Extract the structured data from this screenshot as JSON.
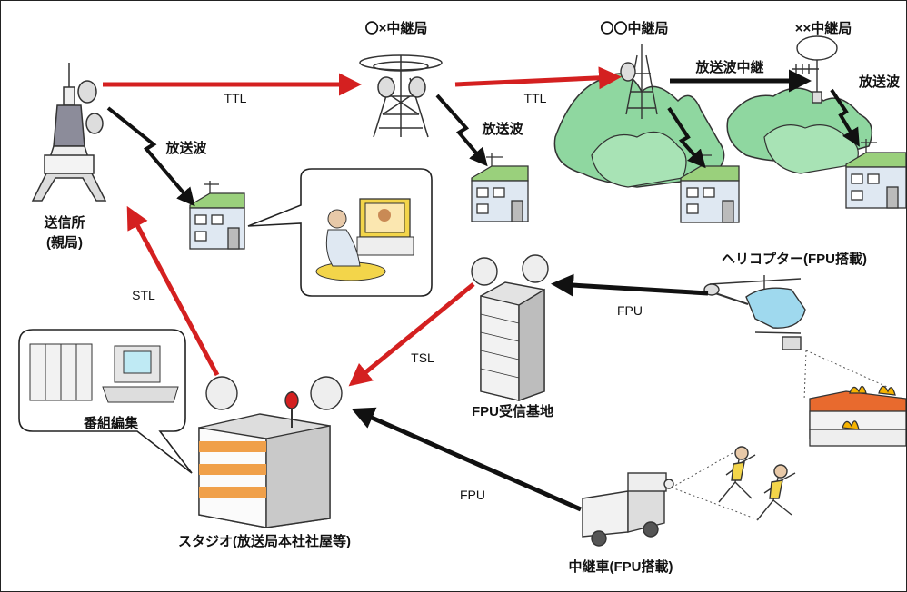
{
  "labels": {
    "transmitter_line1": "送信所",
    "transmitter_line2": "(親局)",
    "relay_ox": "〇×中継局",
    "relay_oo": "〇〇中継局",
    "relay_xx": "××中継局",
    "ttl_1": "TTL",
    "ttl_2": "TTL",
    "broadcast_wave_1": "放送波",
    "broadcast_wave_2": "放送波",
    "broadcast_wave_3": "放送波",
    "broadcast_relay": "放送波中継",
    "stl": "STL",
    "tsl": "TSL",
    "fpu_base": "FPU受信基地",
    "fpu_heli": "FPU",
    "helicopter": "ヘリコプター(FPU搭載)",
    "fpu_van": "FPU",
    "relay_van": "中継車(FPU搭載)",
    "program_editing": "番組編集",
    "studio": "スタジオ(放送局本社社屋等)"
  },
  "colors": {
    "arrow_red": "#d42020",
    "arrow_black": "#111111",
    "mountain": "#8fd7a0",
    "house_wall": "#dfe8f2",
    "house_roof": "#9ad07c",
    "tv_bubble": "#ffffff"
  },
  "icons": [
    "tower-icon",
    "relay-tower-icon",
    "mountain-icon",
    "house-icon",
    "tv-viewer-icon",
    "building-icon",
    "studio-icon",
    "helicopter-icon",
    "relay-van-icon",
    "runner-icon",
    "fire-icon",
    "editing-equipment-icon"
  ]
}
